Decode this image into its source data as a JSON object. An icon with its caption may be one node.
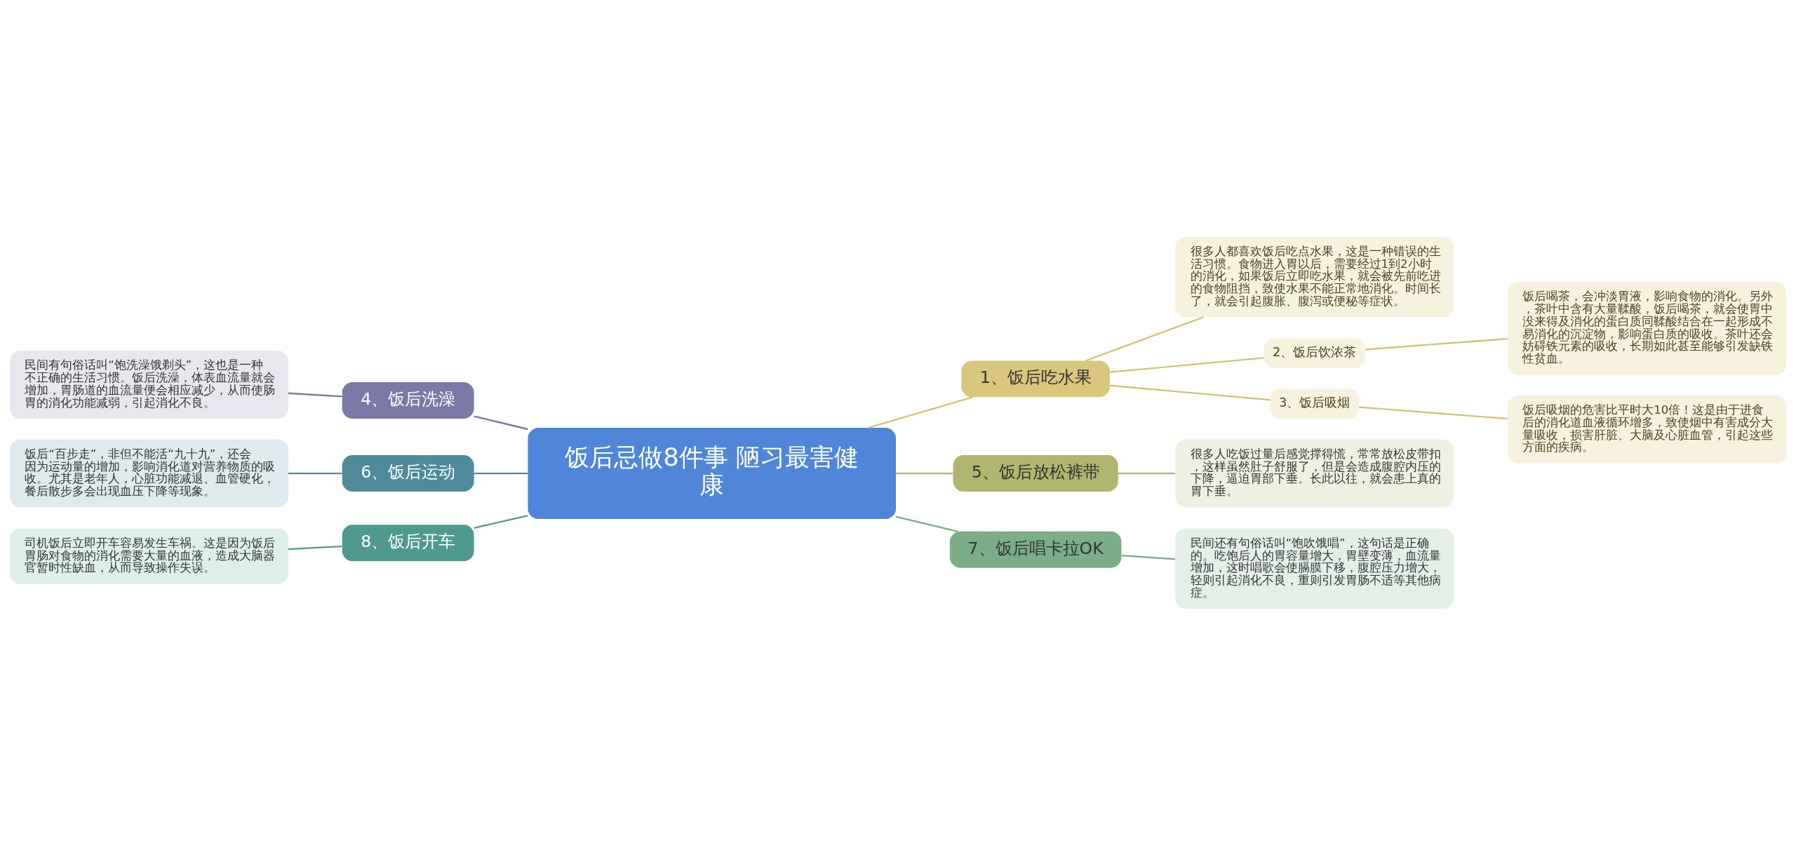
{
  "diagram": {
    "nodes": [
      {
        "text": [
          "饭后忌做8件事 陋习最害健康"
        ]
      },
      {
        "text": [
          "1、饭后吃水果"
        ]
      },
      {
        "text": [
          "很多人都喜欢饭后吃点水果，这是一种错误的生活习惯。食物进入胃以后，需要经过1到2小时的消化，如果饭后立即吃水果，就会被先前吃进的食物阻挡，致使水果不能正常地消化。时间长了，就会引起腹胀、腹泻或便秘等症状。"
        ]
      },
      {
        "text": [
          "2、饭后饮浓茶"
        ]
      },
      {
        "text": [
          "饭后喝茶，会冲淡胃液，影响食物的消化。另外，茶叶中含有大量鞣酸，饭后喝茶，就会使胃中没来得及消化的蛋白质同鞣酸结合在一起形成不易消化的沉淀物，影响蛋白质的吸收。茶叶还会妨碍铁元素的吸收，长期如此甚至能够引发缺铁性贫血。"
        ]
      },
      {
        "text": [
          "3、饭后吸烟"
        ]
      },
      {
        "text": [
          "饭后吸烟的危害比平时大10倍！这是由于进食后的消化道血液循环增多，致使烟中有害成分大量吸收，损害肝脏、大脑及心脏血管，引起这些方面的疾病。"
        ]
      },
      {
        "text": [
          "4、饭后洗澡"
        ]
      },
      {
        "text": [
          "民间有句俗话叫“饱洗澡饿剃头”，这也是一种不正确的生活习惯。饭后洗澡，体表血流量就会增加，胃肠道的血流量便会相应减少，从而使肠胃的消化功能减弱，引起消化不良。"
        ]
      },
      {
        "text": [
          "6、饭后运动"
        ]
      },
      {
        "text": [
          "饭后“百步走”，非但不能活“九十九”，还会因为运动量的增加，影响消化道对营养物质的吸收。尤其是老年人，心脏功能减退、血管硬化，餐后散步多会出现血压下降等现象。"
        ]
      },
      {
        "text": [
          "8、饭后开车"
        ]
      },
      {
        "text": [
          "司机饭后立即开车容易发生车祸。这是因为饭后胃肠对食物的消化需要大量的血液，造成大脑器官暂时性缺血，从而导致操作失误。"
        ]
      },
      {
        "text": [
          "5、饭后放松裤带"
        ]
      },
      {
        "text": [
          "很多人吃饭过量后感觉撑得慌，常常放松皮带扣，这样虽然肚子舒服了，但是会造成腹腔内压的下降，逼迫胃部下垂。长此以往，就会患上真的胃下垂。"
        ]
      },
      {
        "text": [
          "7、饭后唱卡拉OK"
        ]
      },
      {
        "text": [
          "民间还有句俗话叫“饱吹饿唱”，这句话是正确的。吃饱后人的胃容量增大，胃壁变薄，血流量增加，这时唱歌会使膈膜下移，腹腔压力增大，轻则引起消化不良，重则引发胃肠不适等其他病症。"
        ]
      }
    ],
    "edges": [
      {
        "from": 0,
        "to": 1,
        "arrow": "none",
        "color": "#d4c273"
      },
      {
        "from": 1,
        "to": 2,
        "arrow": "none",
        "color": "#d4c273"
      },
      {
        "from": 1,
        "to": 3,
        "arrow": "none",
        "color": "#d4c273"
      },
      {
        "from": 3,
        "to": 4,
        "arrow": "none",
        "color": "#d4c273"
      },
      {
        "from": 1,
        "to": 5,
        "arrow": "none",
        "color": "#d4c273"
      },
      {
        "from": 5,
        "to": 6,
        "arrow": "none",
        "color": "#d4c273"
      },
      {
        "from": 0,
        "to": 7,
        "arrow": "none",
        "color": "#77769f"
      },
      {
        "from": 7,
        "to": 8,
        "arrow": "none",
        "color": "#77769f"
      },
      {
        "from": 0,
        "to": 9,
        "arrow": "none",
        "color": "#4f8a9a"
      },
      {
        "from": 9,
        "to": 10,
        "arrow": "none",
        "color": "#4f8a9a"
      },
      {
        "from": 0,
        "to": 11,
        "arrow": "none",
        "color": "#4f9a90"
      },
      {
        "from": 11,
        "to": 12,
        "arrow": "none",
        "color": "#4f9a90"
      },
      {
        "from": 0,
        "to": 13,
        "arrow": "none",
        "color": "#adb26b"
      },
      {
        "from": 13,
        "to": 14,
        "arrow": "none",
        "color": "#adb26b"
      },
      {
        "from": 0,
        "to": 15,
        "arrow": "none",
        "color": "#78ab84"
      },
      {
        "from": 15,
        "to": 16,
        "arrow": "none",
        "color": "#78ab84"
      }
    ]
  }
}
